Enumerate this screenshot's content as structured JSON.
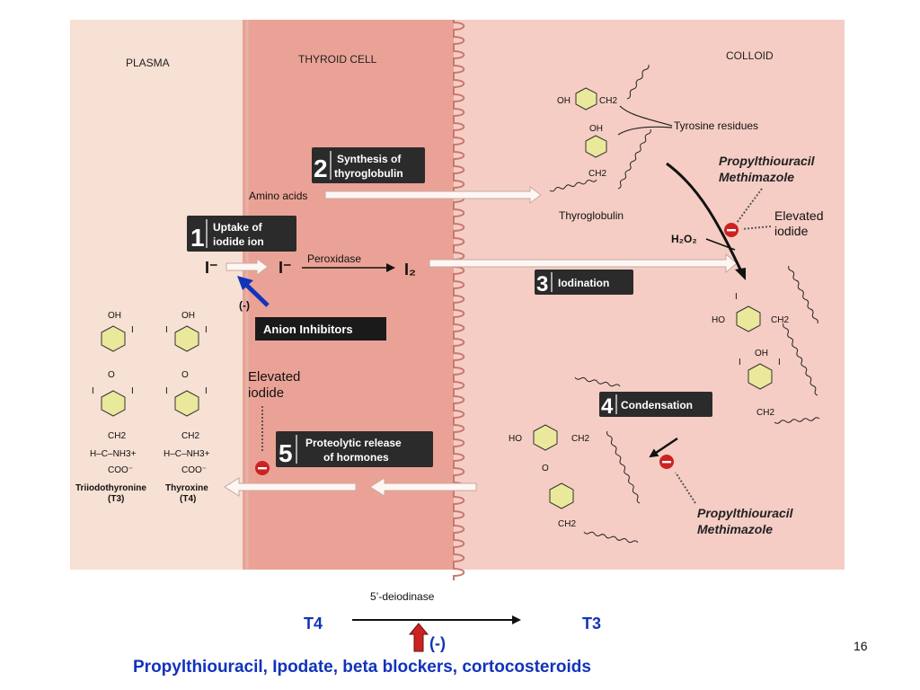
{
  "figure": {
    "regions": {
      "plasma": "PLASMA",
      "thyroid_cell": "THYROID CELL",
      "colloid": "COLLOID"
    },
    "steps": [
      {
        "number": "1",
        "line1": "Uptake of",
        "line2": "iodide ion"
      },
      {
        "number": "2",
        "line1": "Synthesis of",
        "line2": "thyroglobulin"
      },
      {
        "number": "3",
        "line1": "Iodination",
        "line2": ""
      },
      {
        "number": "4",
        "line1": "Condensation",
        "line2": ""
      },
      {
        "number": "5",
        "line1": "Proteolytic release",
        "line2": "of hormones"
      }
    ],
    "labels": {
      "amino_acids": "Amino acids",
      "iodide_plasma": "I⁻",
      "iodide_cell": "I⁻",
      "peroxidase": "Peroxidase",
      "iodine": "I₂",
      "tyrosine_residues": "Tyrosine residues",
      "thyroglobulin": "Thyroglobulin",
      "h2o2": "H₂O₂",
      "drug_top_1": "Propylthiouracil",
      "drug_top_2": "Methimazole",
      "elevated_iodide_right_1": "Elevated",
      "elevated_iodide_right_2": "iodide",
      "elevated_iodide_left_1": "Elevated",
      "elevated_iodide_left_2": "iodide",
      "drug_bottom_1": "Propylthiouracil",
      "drug_bottom_2": "Methimazole",
      "anion_minus": "(-)",
      "anion_inhibitors": "Anion Inhibitors",
      "t3_name": "Triiodothyronine",
      "t3_abbr": "(T3)",
      "t4_name": "Thyroxine",
      "t4_abbr": "(T4)"
    },
    "chem": {
      "oh": "OH",
      "ho": "HO",
      "ch2": "CH2",
      "i": "I",
      "o": "O",
      "h_c_nh3": "H–C–NH3+",
      "coo": "COO⁻"
    }
  },
  "bottom": {
    "enzyme": "5’-deiodinase",
    "t4": "T4",
    "t3": "T3",
    "inhibit": "(-)",
    "drugs": "Propylthiouracil, Ipodate, beta blockers, cortocosteroids",
    "page_number": "16"
  },
  "colors": {
    "plasma_bg": "#f7e0d4",
    "cell_bg": "#eba296",
    "colloid_bg": "#f5cdc4",
    "box_bg": "#2b2b2b",
    "accent_blue": "#1133bb",
    "inhibit_red": "#cc2222",
    "ring_fill": "#eae89a"
  }
}
